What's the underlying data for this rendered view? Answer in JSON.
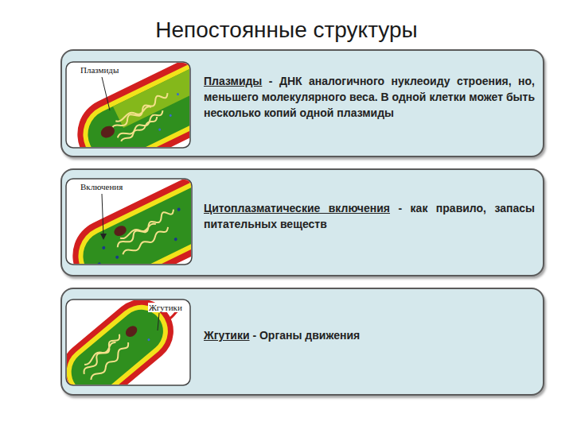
{
  "diagram": {
    "title": "Непостоянные структуры",
    "nodes": [
      {
        "text": [
          "Плазмиды",
          "- ДНК аналогичного нуклеоиду строения, но, меньшего молекулярного веса. В одной клетки может быть несколько копий одной плазмиды"
        ]
      },
      {
        "text": [
          "Плазмиды"
        ],
        "in": 0
      },
      {
        "text": [
          "Цитоплазматические включения",
          "- как правило, запасы питательных веществ"
        ]
      },
      {
        "text": [
          "Включения"
        ],
        "in": 2
      },
      {
        "text": [
          "Жгутики",
          "- Органы движения"
        ]
      },
      {
        "text": [
          "Жгутики"
        ],
        "in": 4
      }
    ]
  }
}
